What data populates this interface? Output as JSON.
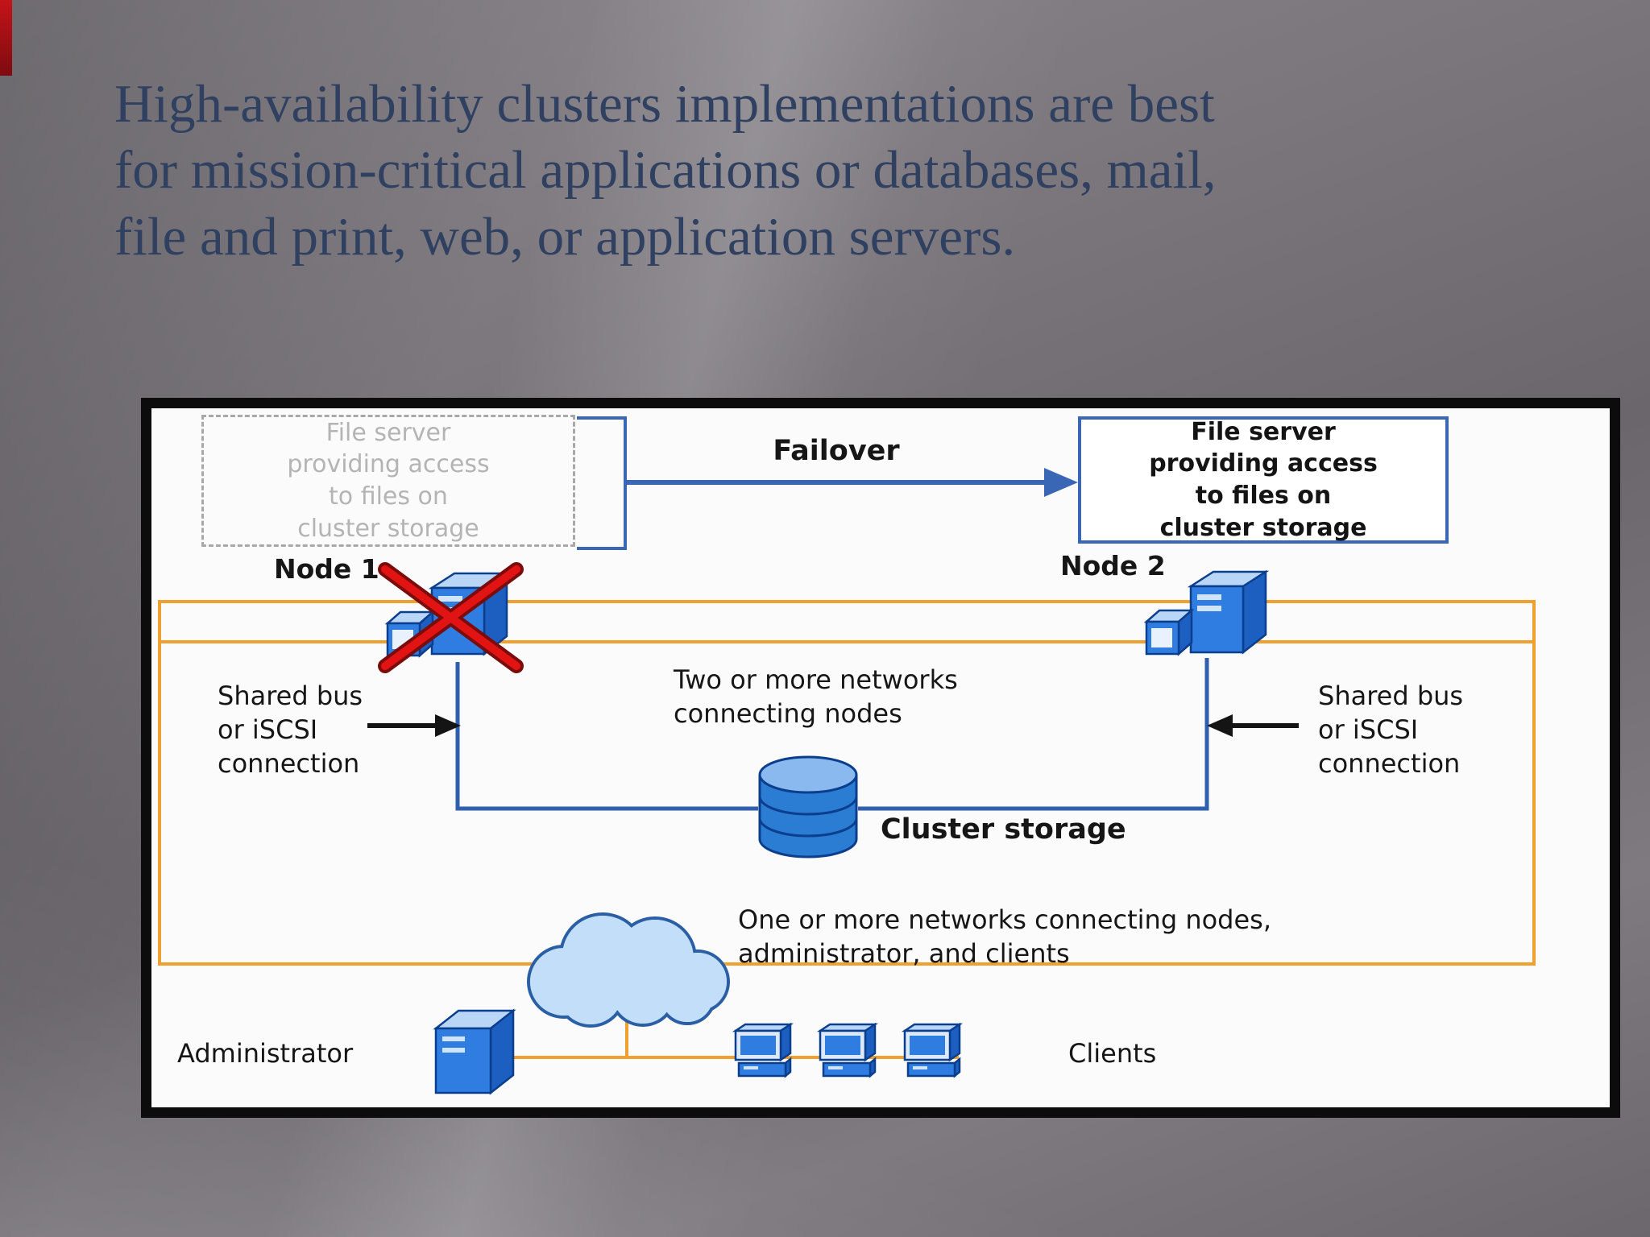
{
  "slide": {
    "title_lines": [
      "High-availability clusters implementations are best",
      "for mission-critical applications or databases, mail,",
      "file and print, web, or application servers."
    ]
  },
  "diagram": {
    "ghost_file_server": "File server\nproviding access\nto files on\ncluster storage",
    "active_file_server": "File server\nproviding access\nto files on\ncluster storage",
    "failover": "Failover",
    "node1": "Node 1",
    "node2": "Node 2",
    "two_networks": "Two or more networks\nconnecting nodes",
    "shared_bus_left": "Shared bus\nor iSCSI\nconnection",
    "shared_bus_right": "Shared bus\nor iSCSI\nconnection",
    "cluster_storage": "Cluster storage",
    "bottom_network": "One or more networks connecting nodes,\nadministrator, and clients",
    "administrator": "Administrator",
    "clients": "Clients",
    "colors": {
      "line_blue": "#3a67b5",
      "network_orange": "#efa02f",
      "icon_blue": "#2f7de1",
      "icon_dark_blue": "#1d5fc1",
      "icon_light_blue": "#b9d6f7",
      "failed_red": "#e21313",
      "title_navy": "#304060"
    }
  }
}
